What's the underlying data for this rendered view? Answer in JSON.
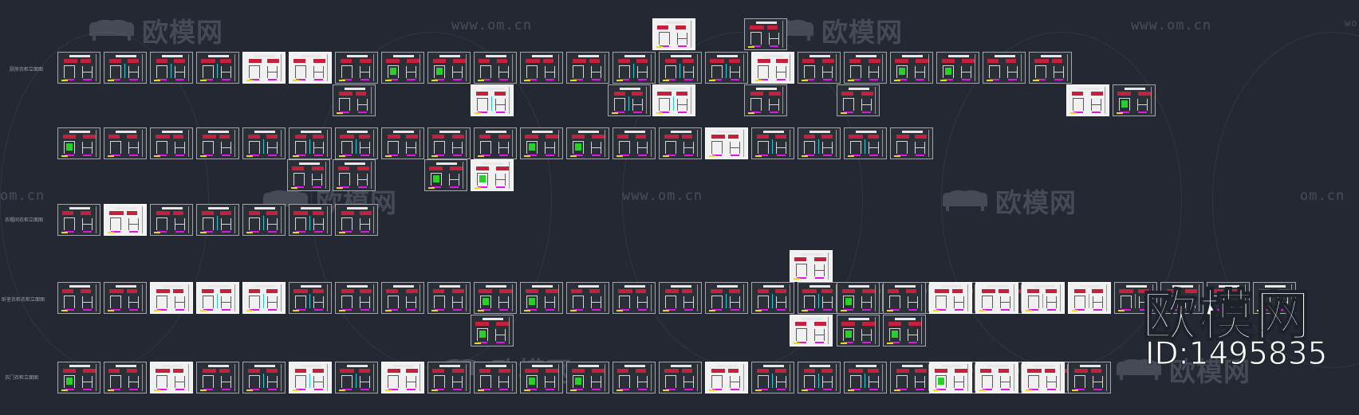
{
  "watermark": {
    "url_text": "www.om.cn",
    "url_partial_left": "om.cn",
    "url_partial_right": "wo",
    "brand_text": "欧模网",
    "logo_icon": "sofa-icon"
  },
  "row_labels": {
    "row1": "厨房衣柜立面图",
    "row2": "衣帽间衣柜立面图",
    "row3": "卧室衣柜衣柜立面图",
    "row4": "衣门衣柜立面图"
  },
  "brand_overlay": {
    "name": "欧模网",
    "id_text": "ID:1495835"
  },
  "colors": {
    "background": "#232833",
    "sheet_border": "#a3a6ad",
    "accent_red": "#c3213c",
    "dimension_magenta": "#e016e0",
    "title_yellow": "#e8dd16",
    "highlight_green": "#27d127"
  }
}
